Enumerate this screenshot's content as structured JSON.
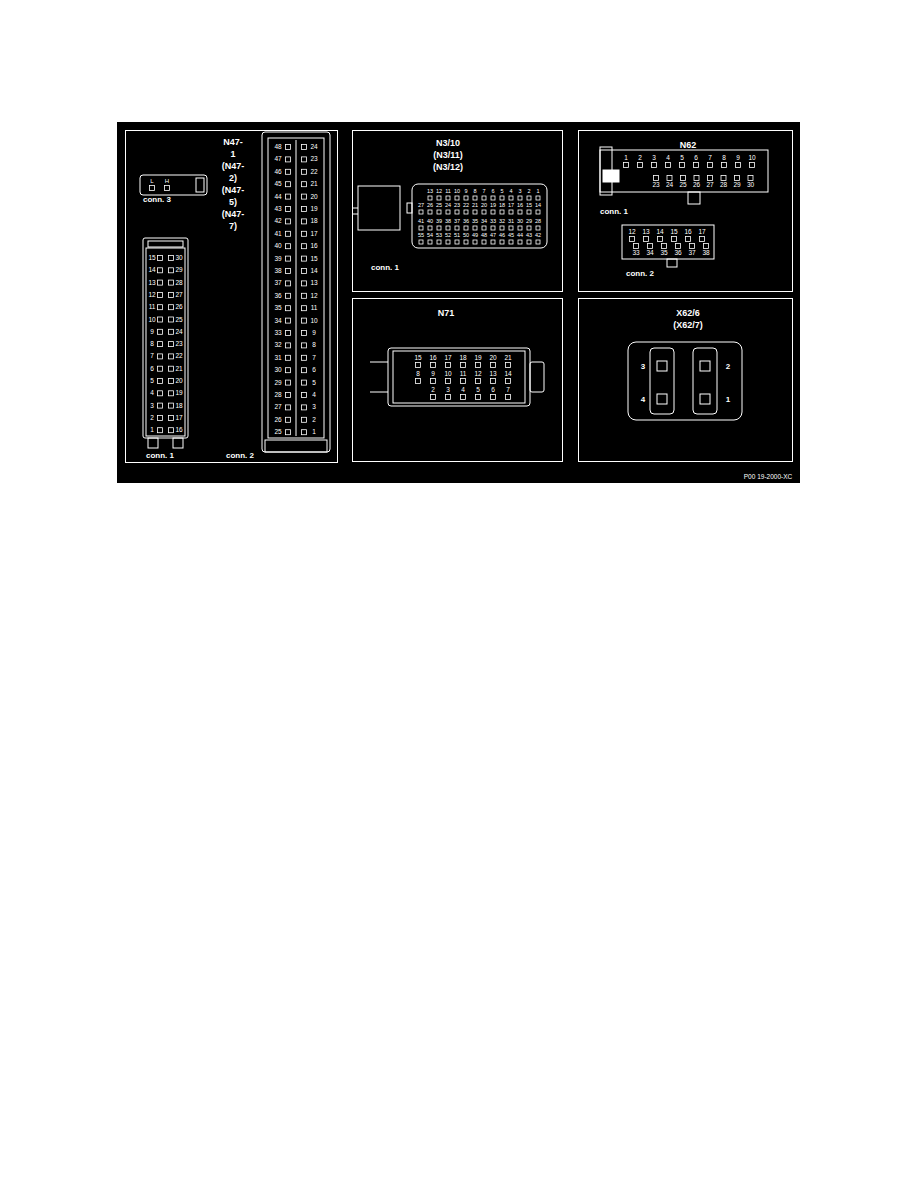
{
  "diagram": {
    "nodes": [
      {
        "text": [
          "N47-1 (N47-2) (N47-5) (N47-7)"
        ]
      },
      {
        "text": [
          "N3/10 (N3/11) (N3/12)"
        ]
      },
      {
        "text": [
          "N62"
        ]
      },
      {
        "text": [
          "N71"
        ]
      },
      {
        "text": [
          "X62/6 (X62/7)"
        ]
      }
    ],
    "labels": [
      "conn. 3",
      "L",
      "H",
      "conn. 1",
      "15",
      "14",
      "13",
      "12",
      "11",
      "10",
      "9",
      "8",
      "7",
      "6",
      "5",
      "4",
      "3",
      "2",
      "1",
      "30",
      "29",
      "28",
      "27",
      "26",
      "25",
      "24",
      "23",
      "22",
      "21",
      "20",
      "19",
      "18",
      "17",
      "16",
      "conn. 2",
      "48",
      "47",
      "46",
      "45",
      "44",
      "43",
      "42",
      "41",
      "40",
      "39",
      "38",
      "37",
      "36",
      "35",
      "34",
      "33",
      "32",
      "31",
      "30",
      "29",
      "28",
      "27",
      "26",
      "25",
      "24",
      "23",
      "22",
      "21",
      "20",
      "19",
      "18",
      "17",
      "16",
      "15",
      "14",
      "13",
      "12",
      "11",
      "10",
      "9",
      "8",
      "7",
      "6",
      "5",
      "4",
      "3",
      "2",
      "1",
      "conn. 1",
      "13",
      "12",
      "11",
      "10",
      "9",
      "8",
      "7",
      "6",
      "5",
      "4",
      "3",
      "2",
      "1",
      "27",
      "26",
      "25",
      "24",
      "23",
      "22",
      "21",
      "20",
      "19",
      "18",
      "17",
      "16",
      "15",
      "14",
      "41",
      "40",
      "39",
      "38",
      "37",
      "36",
      "35",
      "34",
      "33",
      "32",
      "31",
      "30",
      "29",
      "28",
      "55",
      "54",
      "53",
      "52",
      "51",
      "50",
      "49",
      "48",
      "47",
      "46",
      "45",
      "44",
      "43",
      "42",
      "15",
      "16",
      "17",
      "18",
      "19",
      "20",
      "21",
      "8",
      "9",
      "10",
      "11",
      "12",
      "13",
      "14",
      "2",
      "3",
      "4",
      "5",
      "6",
      "7",
      "conn. 1",
      "1",
      "2",
      "3",
      "4",
      "5",
      "6",
      "7",
      "8",
      "9",
      "10",
      "23",
      "24",
      "25",
      "26",
      "27",
      "28",
      "29",
      "30",
      "conn. 2",
      "12",
      "13",
      "14",
      "15",
      "16",
      "17",
      "33",
      "34",
      "35",
      "36",
      "37",
      "38",
      "3",
      "2",
      "4",
      "1",
      "P00 19-2000-XC"
    ]
  }
}
